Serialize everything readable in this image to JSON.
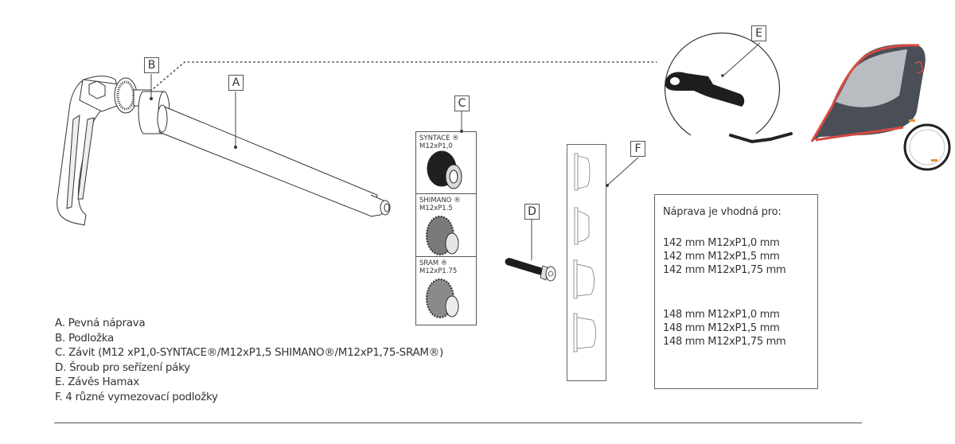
{
  "callouts": {
    "a": "A",
    "b": "B",
    "c": "C",
    "d": "D",
    "e": "E",
    "f": "F"
  },
  "thread_inserts": [
    {
      "brand": "SYNTACE ®",
      "spec": "M12xP1,0"
    },
    {
      "brand": "SHIMANO ®",
      "spec": "M12xP1.5"
    },
    {
      "brand": "SRAM ®",
      "spec": "M12xP1.75"
    }
  ],
  "spacers": {
    "count": 4
  },
  "compatibility": {
    "title": "Náprava je vhodná pro:",
    "groups": [
      [
        "142 mm M12xP1,0 mm",
        "142 mm M12xP1,5 mm",
        "142 mm M12xP1,75 mm"
      ],
      [
        "148 mm M12xP1,0 mm",
        "148 mm M12xP1,5 mm",
        "148 mm M12xP1,75 mm"
      ]
    ]
  },
  "legend": [
    "A. Pevná náprava",
    "B. Podložka",
    "C. Závit (M12 xP1,0-SYNTACE®/M12xP1,5 SHIMANO®/M12xP1,75-SRAM®)",
    "D. Šroub pro seřízení páky",
    "E. Závěs Hamax",
    "F. 4 různé vymezovací podložky"
  ],
  "colors": {
    "line": "#555555",
    "trailer_frame": "#d94a43",
    "trailer_body": "#4a4f57",
    "part_black": "#1e1e1e"
  }
}
